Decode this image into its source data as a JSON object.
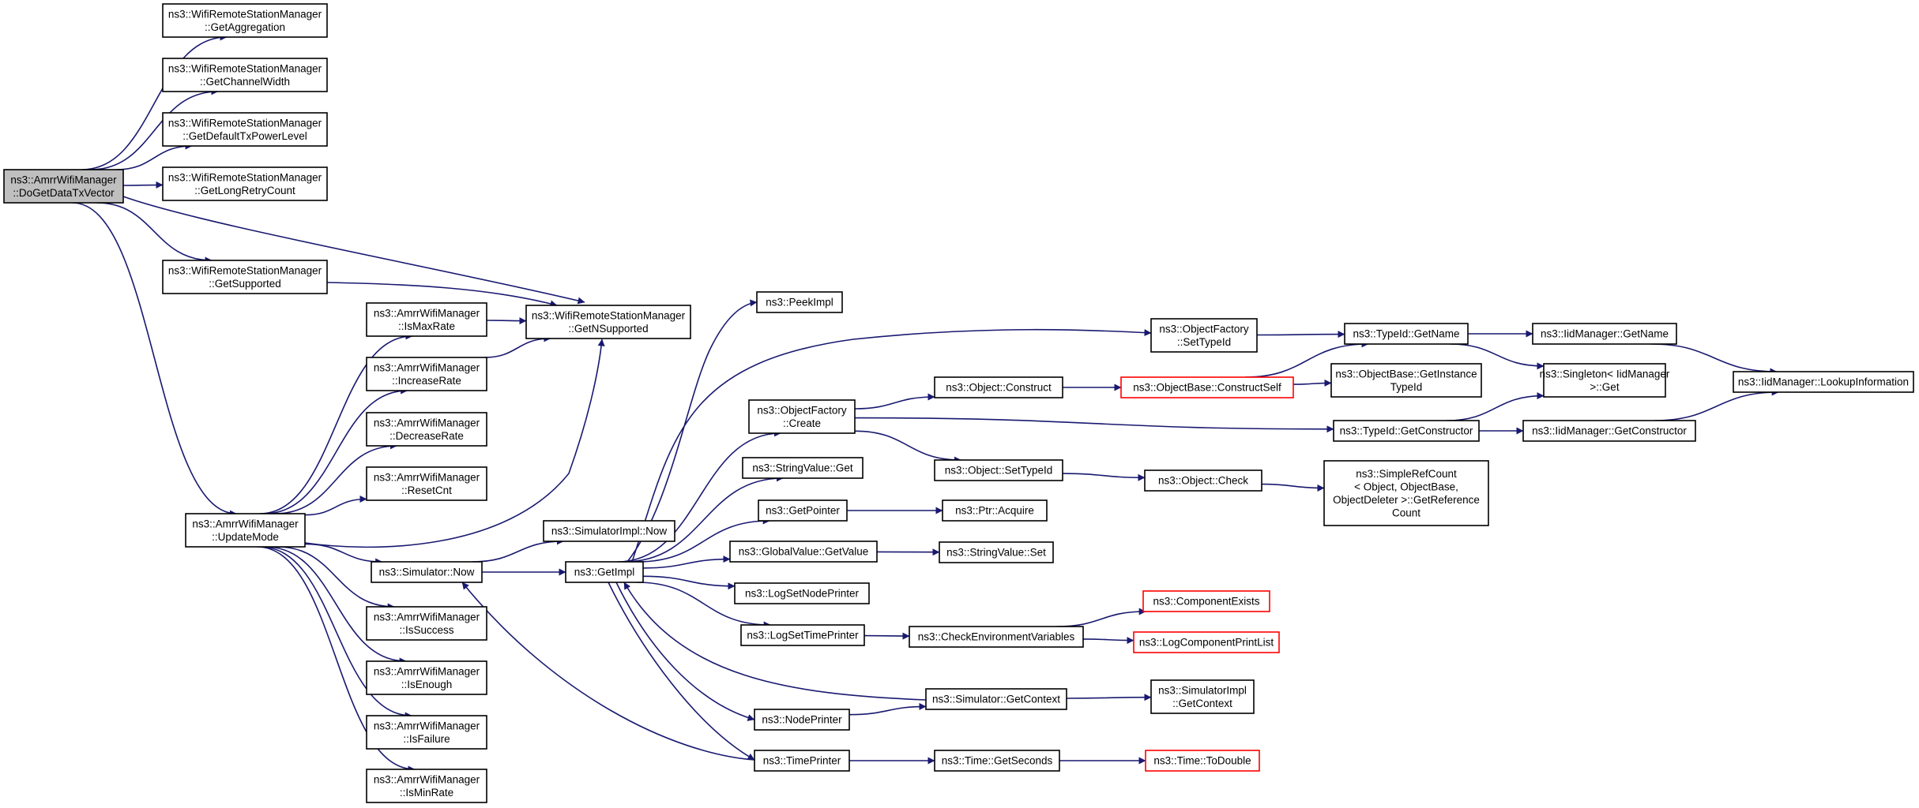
{
  "colors": {
    "edge": "#191970",
    "root_fill": "#bfbfbf",
    "truncated_border": "#ff0000",
    "node_border": "#000000"
  },
  "nodes": [
    {
      "id": "n0",
      "lines": [
        "ns3::AmrrWifiManager",
        "::DoGetDataTxVector"
      ],
      "root": true
    },
    {
      "id": "n1",
      "lines": [
        "ns3::WifiRemoteStationManager",
        "::GetAggregation"
      ]
    },
    {
      "id": "n2",
      "lines": [
        "ns3::WifiRemoteStationManager",
        "::GetChannelWidth"
      ]
    },
    {
      "id": "n3",
      "lines": [
        "ns3::WifiRemoteStationManager",
        "::GetDefaultTxPowerLevel"
      ]
    },
    {
      "id": "n4",
      "lines": [
        "ns3::WifiRemoteStationManager",
        "::GetLongRetryCount"
      ]
    },
    {
      "id": "n5",
      "lines": [
        "ns3::WifiRemoteStationManager",
        "::GetSupported"
      ]
    },
    {
      "id": "n6",
      "lines": [
        "ns3::WifiRemoteStationManager",
        "::GetNSupported"
      ]
    },
    {
      "id": "n7",
      "lines": [
        "ns3::AmrrWifiManager",
        "::UpdateMode"
      ]
    },
    {
      "id": "n8",
      "lines": [
        "ns3::AmrrWifiManager",
        "::IsMaxRate"
      ]
    },
    {
      "id": "n9",
      "lines": [
        "ns3::AmrrWifiManager",
        "::IncreaseRate"
      ]
    },
    {
      "id": "n10",
      "lines": [
        "ns3::AmrrWifiManager",
        "::DecreaseRate"
      ]
    },
    {
      "id": "n11",
      "lines": [
        "ns3::AmrrWifiManager",
        "::ResetCnt"
      ]
    },
    {
      "id": "n12",
      "lines": [
        "ns3::Simulator::Now"
      ]
    },
    {
      "id": "n13",
      "lines": [
        "ns3::AmrrWifiManager",
        "::IsSuccess"
      ]
    },
    {
      "id": "n14",
      "lines": [
        "ns3::AmrrWifiManager",
        "::IsEnough"
      ]
    },
    {
      "id": "n15",
      "lines": [
        "ns3::AmrrWifiManager",
        "::IsFailure"
      ]
    },
    {
      "id": "n16",
      "lines": [
        "ns3::AmrrWifiManager",
        "::IsMinRate"
      ]
    },
    {
      "id": "n17",
      "lines": [
        "ns3::SimulatorImpl::Now"
      ]
    },
    {
      "id": "n18",
      "lines": [
        "ns3::GetImpl"
      ]
    },
    {
      "id": "n19",
      "lines": [
        "ns3::PeekImpl"
      ]
    },
    {
      "id": "n20",
      "lines": [
        "ns3::ObjectFactory",
        "::Create"
      ]
    },
    {
      "id": "n21",
      "lines": [
        "ns3::StringValue::Get"
      ]
    },
    {
      "id": "n22",
      "lines": [
        "ns3::GetPointer"
      ]
    },
    {
      "id": "n23",
      "lines": [
        "ns3::GlobalValue::GetValue"
      ]
    },
    {
      "id": "n24",
      "lines": [
        "ns3::LogSetNodePrinter"
      ]
    },
    {
      "id": "n25",
      "lines": [
        "ns3::LogSetTimePrinter"
      ]
    },
    {
      "id": "n26",
      "lines": [
        "ns3::NodePrinter"
      ]
    },
    {
      "id": "n27",
      "lines": [
        "ns3::TimePrinter"
      ]
    },
    {
      "id": "n28",
      "lines": [
        "ns3::ObjectFactory",
        "::SetTypeId"
      ]
    },
    {
      "id": "n29",
      "lines": [
        "ns3::Object::Construct"
      ]
    },
    {
      "id": "n30",
      "lines": [
        "ns3::Object::SetTypeId"
      ]
    },
    {
      "id": "n31",
      "lines": [
        "ns3::Ptr::Acquire"
      ]
    },
    {
      "id": "n32",
      "lines": [
        "ns3::StringValue::Set"
      ]
    },
    {
      "id": "n33",
      "lines": [
        "ns3::CheckEnvironmentVariables"
      ]
    },
    {
      "id": "n34",
      "lines": [
        "ns3::Simulator::GetContext"
      ]
    },
    {
      "id": "n35",
      "lines": [
        "ns3::Time::GetSeconds"
      ]
    },
    {
      "id": "n36",
      "lines": [
        "ns3::ObjectBase::ConstructSelf"
      ],
      "truncated": true
    },
    {
      "id": "n37",
      "lines": [
        "ns3::Object::Check"
      ]
    },
    {
      "id": "n38",
      "lines": [
        "ns3::ComponentExists"
      ],
      "truncated": true
    },
    {
      "id": "n39",
      "lines": [
        "ns3::LogComponentPrintList"
      ],
      "truncated": true
    },
    {
      "id": "n40",
      "lines": [
        "ns3::SimulatorImpl",
        "::GetContext"
      ]
    },
    {
      "id": "n41",
      "lines": [
        "ns3::Time::ToDouble"
      ],
      "truncated": true
    },
    {
      "id": "n42",
      "lines": [
        "ns3::TypeId::GetName"
      ]
    },
    {
      "id": "n43",
      "lines": [
        "ns3::ObjectBase::GetInstance",
        "TypeId"
      ]
    },
    {
      "id": "n44",
      "lines": [
        "ns3::TypeId::GetConstructor"
      ]
    },
    {
      "id": "n45",
      "lines": [
        "ns3::SimpleRefCount",
        "< Object, ObjectBase,",
        "ObjectDeleter >::GetReference",
        "Count"
      ]
    },
    {
      "id": "n46",
      "lines": [
        "ns3::IidManager::GetName"
      ]
    },
    {
      "id": "n47",
      "lines": [
        "ns3::Singleton< IidManager",
        " >::Get"
      ]
    },
    {
      "id": "n48",
      "lines": [
        "ns3::IidManager::GetConstructor"
      ]
    },
    {
      "id": "n49",
      "lines": [
        "ns3::IidManager::LookupInformation"
      ]
    }
  ],
  "edges": [
    [
      "n0",
      "n1"
    ],
    [
      "n0",
      "n2"
    ],
    [
      "n0",
      "n3"
    ],
    [
      "n0",
      "n4"
    ],
    [
      "n0",
      "n5"
    ],
    [
      "n0",
      "n6"
    ],
    [
      "n0",
      "n7"
    ],
    [
      "n5",
      "n6"
    ],
    [
      "n7",
      "n8"
    ],
    [
      "n7",
      "n9"
    ],
    [
      "n7",
      "n10"
    ],
    [
      "n7",
      "n11"
    ],
    [
      "n7",
      "n6"
    ],
    [
      "n7",
      "n12"
    ],
    [
      "n7",
      "n13"
    ],
    [
      "n7",
      "n14"
    ],
    [
      "n7",
      "n15"
    ],
    [
      "n7",
      "n16"
    ],
    [
      "n8",
      "n6"
    ],
    [
      "n9",
      "n6"
    ],
    [
      "n12",
      "n17"
    ],
    [
      "n12",
      "n18"
    ],
    [
      "n18",
      "n19"
    ],
    [
      "n18",
      "n20"
    ],
    [
      "n18",
      "n21"
    ],
    [
      "n18",
      "n22"
    ],
    [
      "n18",
      "n23"
    ],
    [
      "n18",
      "n24"
    ],
    [
      "n18",
      "n25"
    ],
    [
      "n18",
      "n26"
    ],
    [
      "n18",
      "n27"
    ],
    [
      "n18",
      "n28"
    ],
    [
      "n20",
      "n29"
    ],
    [
      "n20",
      "n30"
    ],
    [
      "n20",
      "n44"
    ],
    [
      "n22",
      "n31"
    ],
    [
      "n23",
      "n32"
    ],
    [
      "n25",
      "n33"
    ],
    [
      "n26",
      "n34"
    ],
    [
      "n27",
      "n35"
    ],
    [
      "n27",
      "n12"
    ],
    [
      "n34",
      "n18"
    ],
    [
      "n34",
      "n40"
    ],
    [
      "n28",
      "n42"
    ],
    [
      "n29",
      "n36"
    ],
    [
      "n30",
      "n37"
    ],
    [
      "n36",
      "n42"
    ],
    [
      "n36",
      "n43"
    ],
    [
      "n37",
      "n45"
    ],
    [
      "n33",
      "n38"
    ],
    [
      "n33",
      "n39"
    ],
    [
      "n35",
      "n41"
    ],
    [
      "n42",
      "n46"
    ],
    [
      "n42",
      "n47"
    ],
    [
      "n44",
      "n47"
    ],
    [
      "n44",
      "n48"
    ],
    [
      "n46",
      "n49"
    ],
    [
      "n48",
      "n49"
    ]
  ]
}
